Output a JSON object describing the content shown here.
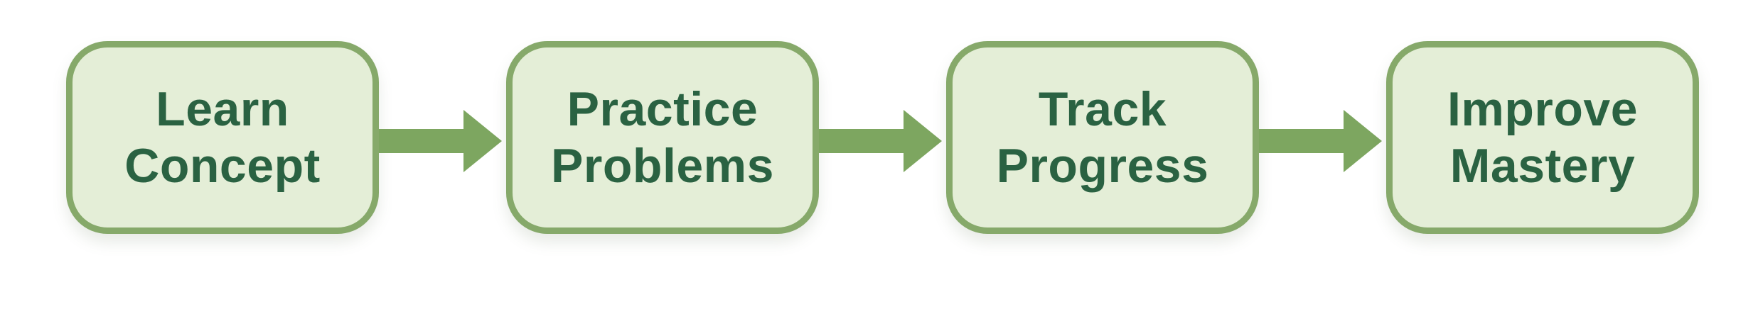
{
  "diagram": {
    "type": "flowchart",
    "direction": "left-to-right",
    "steps": [
      {
        "id": 1,
        "label": "Learn Concept",
        "lines": [
          "Learn",
          "Concept"
        ]
      },
      {
        "id": 2,
        "label": "Practice Problems",
        "lines": [
          "Practice",
          "Problems"
        ]
      },
      {
        "id": 3,
        "label": "Track Progress",
        "lines": [
          "Track",
          "Progress"
        ]
      },
      {
        "id": 4,
        "label": "Improve Mastery",
        "lines": [
          "Improve",
          "Mastery"
        ]
      }
    ],
    "connectors": [
      {
        "from": "Learn Concept",
        "to": "Practice Problems",
        "icon": "arrow-right-icon"
      },
      {
        "from": "Practice Problems",
        "to": "Track Progress",
        "icon": "arrow-right-icon"
      },
      {
        "from": "Track Progress",
        "to": "Improve Mastery",
        "icon": "arrow-right-icon"
      }
    ],
    "colors": {
      "background": "#ffffff",
      "node_fill": "#e4eed7",
      "node_border": "#86a96a",
      "node_text": "#2a6242",
      "arrow": "#7da660"
    }
  }
}
